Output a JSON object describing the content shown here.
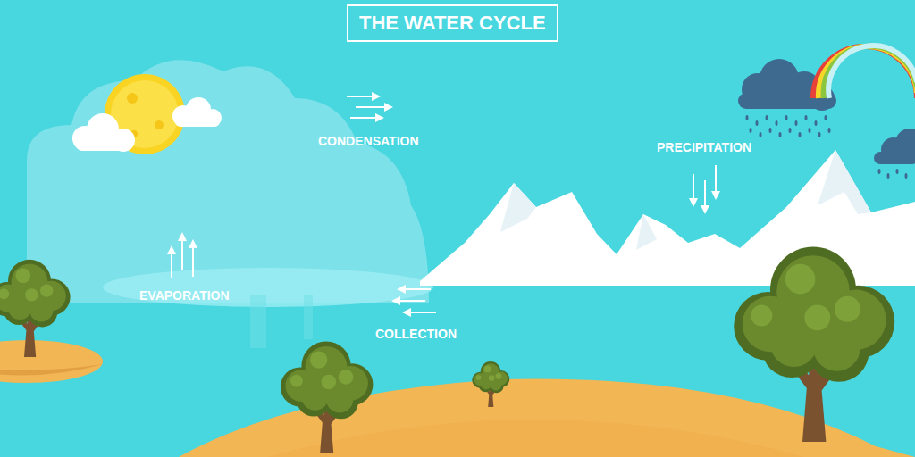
{
  "diagram": {
    "title": "THE WATER CYCLE",
    "labels": [
      "CONDENSATION",
      "PRECIPITATION",
      "EVAPORATION",
      "COLLECTION"
    ]
  }
}
